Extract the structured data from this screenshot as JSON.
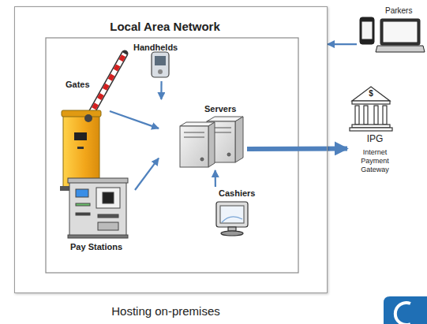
{
  "diagram": {
    "caption": "Hosting on-premises",
    "nodes": [
      {
        "text": [
          "Local Area Network"
        ]
      },
      {
        "text": [
          "Handhelds"
        ],
        "in": 0
      },
      {
        "text": [
          "Gates"
        ],
        "in": 0
      },
      {
        "text": [
          "Servers"
        ],
        "in": 0
      },
      {
        "text": [
          "Pay Stations"
        ],
        "in": 0
      },
      {
        "text": [
          "Cashiers"
        ],
        "in": 0
      },
      {
        "text": [
          "Parkers"
        ]
      },
      {
        "text": [
          "$",
          "IPG",
          "Internet Payment Gateway"
        ]
      }
    ],
    "edges": [
      {
        "from": 1,
        "to": 3,
        "arrow": "to"
      },
      {
        "from": 2,
        "to": 3,
        "arrow": "to"
      },
      {
        "from": 4,
        "to": 3,
        "arrow": "to"
      },
      {
        "from": 5,
        "to": 3,
        "arrow": "to"
      },
      {
        "from": 6,
        "to": 0,
        "arrow": "to"
      },
      {
        "from": 3,
        "to": 7,
        "arrow": "to"
      }
    ]
  }
}
